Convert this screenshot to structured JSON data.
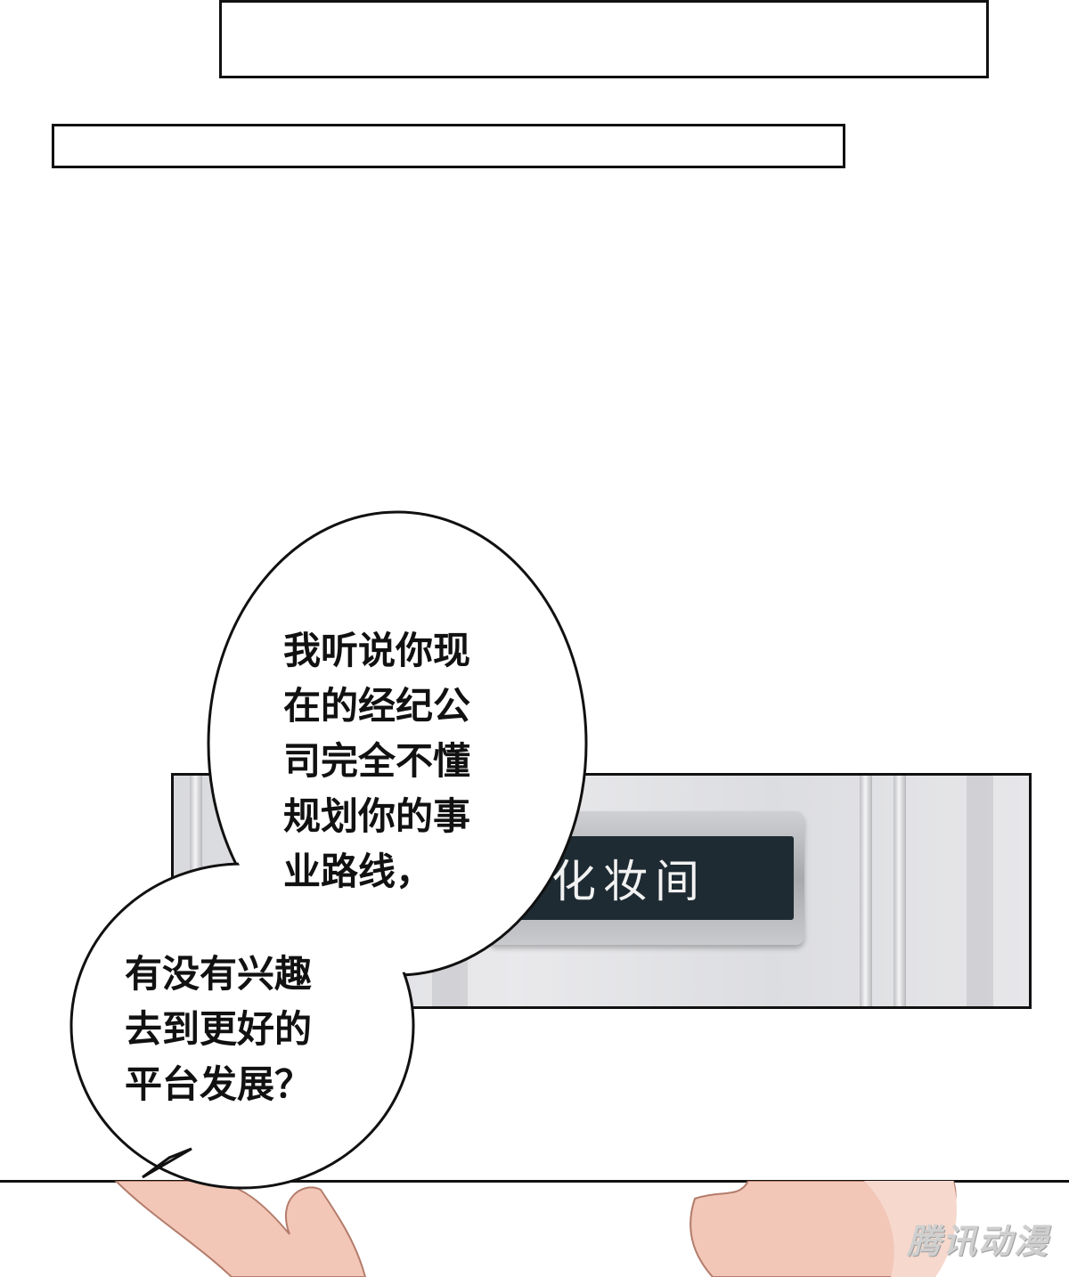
{
  "door_sign": {
    "label": "化妆间"
  },
  "speech_bubbles": [
    {
      "text": "我听说你现\n在的经纪公\n司完全不懂\n规划你的事\n业路线，"
    },
    {
      "text": "有没有兴趣\n去到更好的\n平台发展？"
    }
  ],
  "watermark": {
    "text": "腾讯动漫"
  },
  "colors": {
    "ink": "#111111",
    "sign_plate": "#1f2b33",
    "skin": "#f2c7b8"
  }
}
